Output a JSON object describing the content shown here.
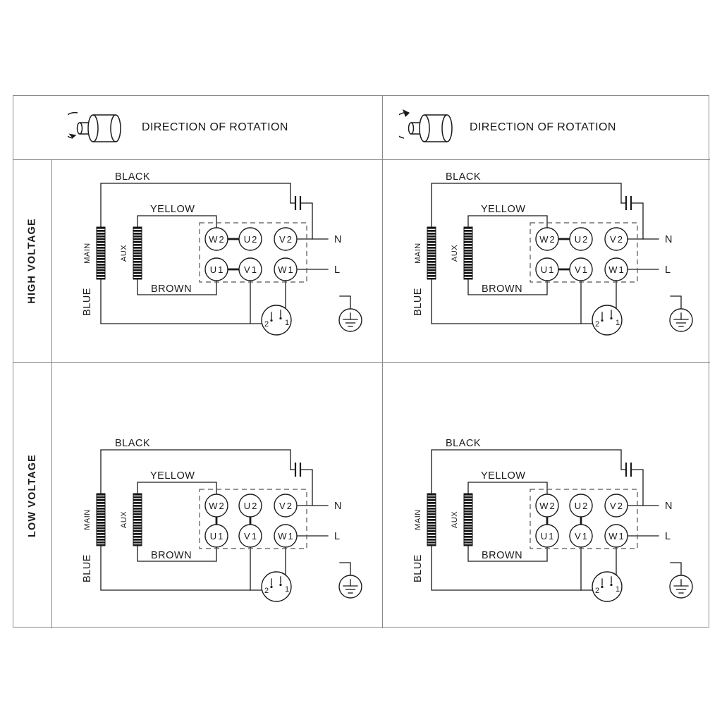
{
  "header": {
    "left": {
      "title": "DIRECTION OF ROTATION"
    },
    "right": {
      "title": "DIRECTION OF ROTATION"
    }
  },
  "rows": {
    "high": {
      "label": "HIGH VOLTAGE"
    },
    "low": {
      "label": "LOW VOLTAGE"
    }
  },
  "diagram": {
    "wires": {
      "black": "BLACK",
      "yellow": "YELLOW",
      "brown": "BROWN",
      "blue": "BLUE"
    },
    "windings": {
      "main": "MAIN",
      "aux": "AUX"
    },
    "terminals": {
      "w2": "W2",
      "u2": "U2",
      "v2": "V2",
      "u1": "U1",
      "v1": "V1",
      "w1": "W1"
    },
    "lines": {
      "neutral": "N",
      "live": "L"
    },
    "plug": {
      "pin_left": "2",
      "pin_right": "1"
    },
    "connections": {
      "high_voltage_links": [
        "W2-U2",
        "U1-V1"
      ],
      "low_voltage_links": [
        "W2-U1",
        "U2-V1"
      ]
    }
  },
  "colors": {
    "line": "#1a1a1a",
    "frame": "#8a8a8a",
    "background": "#ffffff"
  }
}
